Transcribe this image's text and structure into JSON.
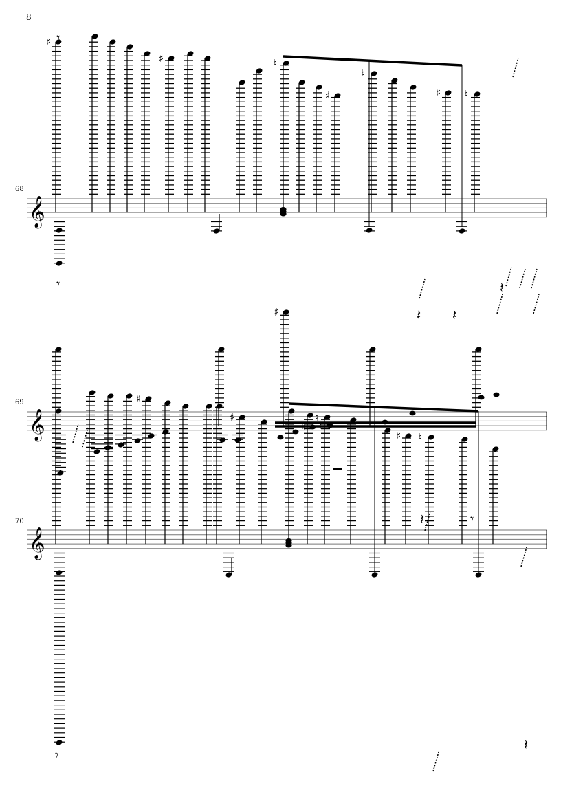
{
  "page_number": "8",
  "systems": [
    {
      "measure_number": "68",
      "clef": "treble"
    },
    {
      "measure_number": "69",
      "clef": "treble"
    },
    {
      "measure_number": "70",
      "clef": "treble"
    }
  ]
}
